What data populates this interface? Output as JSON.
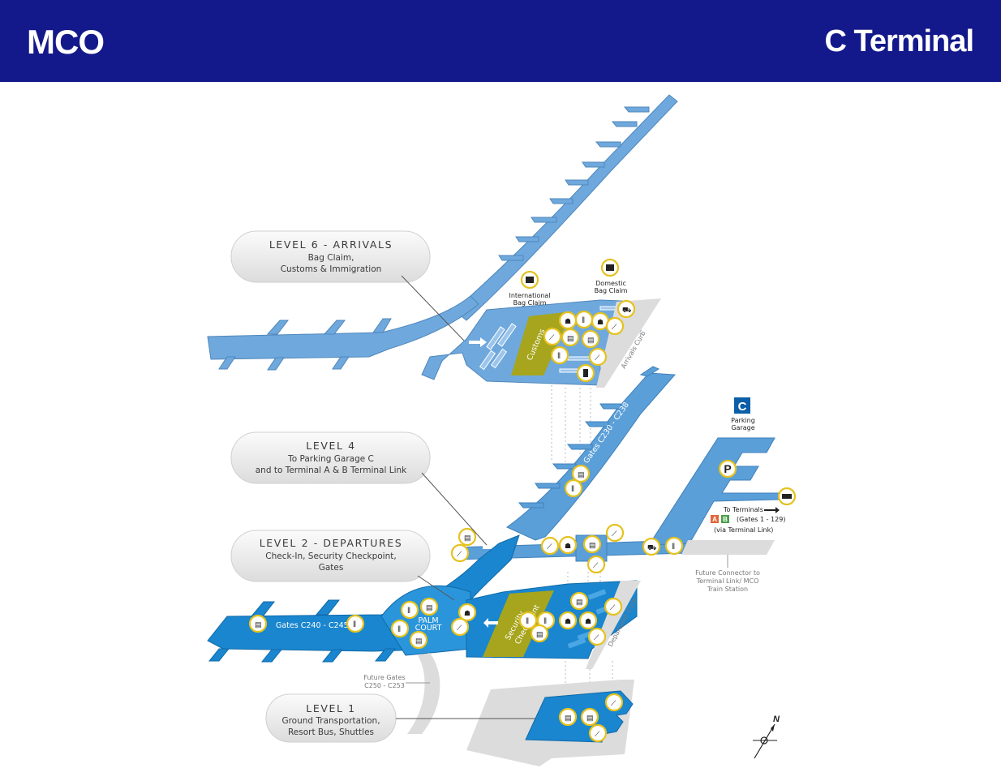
{
  "header": {
    "left_title": "MCO",
    "right_title": "C Terminal",
    "background": "#13198a"
  },
  "levels": {
    "level6": {
      "title": "LEVEL 6 - ARRIVALS",
      "line1": "Bag Claim,",
      "line2": "Customs & Immigration"
    },
    "level4": {
      "title": "LEVEL 4",
      "line1": "To Parking Garage C",
      "line2": "and to Terminal A & B Terminal Link"
    },
    "level2": {
      "title": "LEVEL 2 - DEPARTURES",
      "line1": "Check-In, Security Checkpoint,",
      "line2": "Gates"
    },
    "level1": {
      "title": "LEVEL 1",
      "line1": "Ground Transportation,",
      "line2": "Resort Bus, Shuttles"
    }
  },
  "labels": {
    "international_bag_claim_1": "International",
    "international_bag_claim_2": "Bag Claim",
    "domestic_bag_claim_1": "Domestic",
    "domestic_bag_claim_2": "Bag Claim",
    "customs": "Customs",
    "arrivals_curb": "Arrivals Curb",
    "gates_upper": "Gates C230 - C238",
    "gates_lower": "Gates C240 - C245",
    "palm_court_1": "PALM",
    "palm_court_2": "COURT",
    "security_1": "Security",
    "security_2": "Checkpoint",
    "departures_curb": "Departures Curb",
    "parking_letter": "C",
    "parking_garage_1": "Parking",
    "parking_garage_2": "Garage",
    "parking_p": "P",
    "to_terminals": "To Terminals",
    "terminal_a": "A",
    "terminal_b": "B",
    "gates_range": "(Gates 1 - 129)",
    "via_link": "(via Terminal Link)",
    "future_connector_1": "Future Connector to",
    "future_connector_2": "Terminal Link/ MCO",
    "future_connector_3": "Train Station",
    "future_gates_1": "Future Gates",
    "future_gates_2": "C250 - C253",
    "north": "N"
  },
  "colors": {
    "level6": "#6fa8dc",
    "level4": "#5b9fd8",
    "level2": "#1a86cf",
    "level1": "#1a86cf",
    "customs": "#a6a51d",
    "security": "#a6a51d",
    "parking_badge": "#0c5ea8",
    "terminal_a": "#e0663a",
    "terminal_b": "#4aa04a",
    "icon_ring": "#e5c21e"
  },
  "icons": [
    "baggage-icon",
    "restroom-icon",
    "dining-icon",
    "shop-icon",
    "escalator-icon",
    "taxi-icon",
    "atm-icon",
    "train-icon",
    "parking-icon",
    "compass-icon"
  ]
}
